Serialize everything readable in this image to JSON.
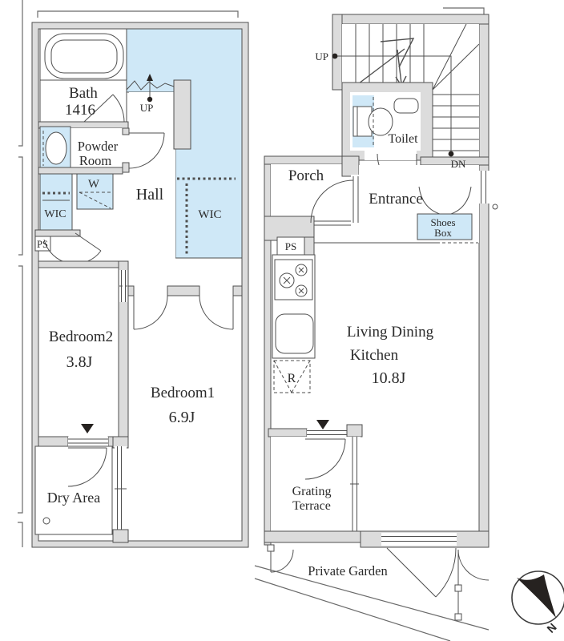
{
  "document": {
    "type": "apartment-floor-plan",
    "units": "J = tatami mats"
  },
  "colors": {
    "wall_gray": "#dcdcdc",
    "highlight_blue": "#cfe8f7",
    "line": "#4f4f4f",
    "text": "#2b2b2b",
    "compass_black": "#262220"
  },
  "floor_left": {
    "bath_label": "Bath",
    "bath_size": "1416",
    "powder_line1": "Powder",
    "powder_line2": "Room",
    "washer_label": "W",
    "hall_label": "Hall",
    "wic_left_label": "WIC",
    "wic_right_label": "WIC",
    "ps_label": "PS",
    "up_label": "UP",
    "bedroom2_label": "Bedroom2",
    "bedroom2_size": "3.8J",
    "bedroom1_label": "Bedroom1",
    "bedroom1_size": "6.9J",
    "dry_area_label": "Dry Area"
  },
  "floor_right": {
    "up_label": "UP",
    "dn_label": "DN",
    "toilet_label": "Toilet",
    "porch_label": "Porch",
    "entrance_label": "Entrance",
    "shoes_line1": "Shoes",
    "shoes_line2": "Box",
    "ps_label": "PS",
    "fridge_label": "R",
    "ldk_line1": "Living Dining",
    "ldk_line2": "Kitchen",
    "ldk_size": "10.8J",
    "terrace_line1": "Grating",
    "terrace_line2": "Terrace",
    "garden_label": "Private Garden"
  },
  "compass": {
    "north_label": "N"
  }
}
